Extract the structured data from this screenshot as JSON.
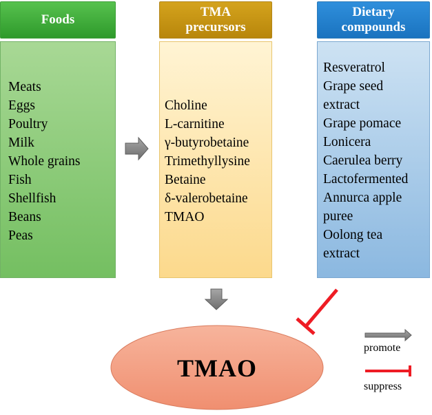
{
  "columns": {
    "foods": {
      "header": "Foods",
      "items": [
        "Meats",
        "Eggs",
        "Poultry",
        "Milk",
        "Whole grains",
        "Fish",
        "Shellfish",
        "Beans",
        "Peas"
      ],
      "header_color": "#3aa835",
      "body_color": "#8ccb77"
    },
    "tma_precursors": {
      "header_line1": "TMA",
      "header_line2": "precursors",
      "items": [
        "Choline",
        "L-carnitine",
        "γ-butyrobetaine",
        "Trimethyllysine",
        "Betaine",
        "δ-valerobetaine",
        "TMAO"
      ],
      "header_color": "#c8961a",
      "body_color": "#fde7ad"
    },
    "dietary_compounds": {
      "header_line1": "Dietary",
      "header_line2": "compounds",
      "items": [
        "Resveratrol",
        "Grape seed",
        "extract",
        "Grape pomace",
        "Lonicera",
        "Caerulea berry",
        "Lactofermented",
        "Annurca apple",
        "puree",
        "Oolong tea",
        "extract"
      ],
      "header_color": "#2283d0",
      "body_color": "#a9cbea"
    }
  },
  "center": {
    "label": "TMAO",
    "color": "#f5a58c"
  },
  "legend": {
    "promote_label": "promote",
    "suppress_label": "suppress",
    "promote_color": "#8c8c8c",
    "suppress_color": "#ee1c24"
  }
}
